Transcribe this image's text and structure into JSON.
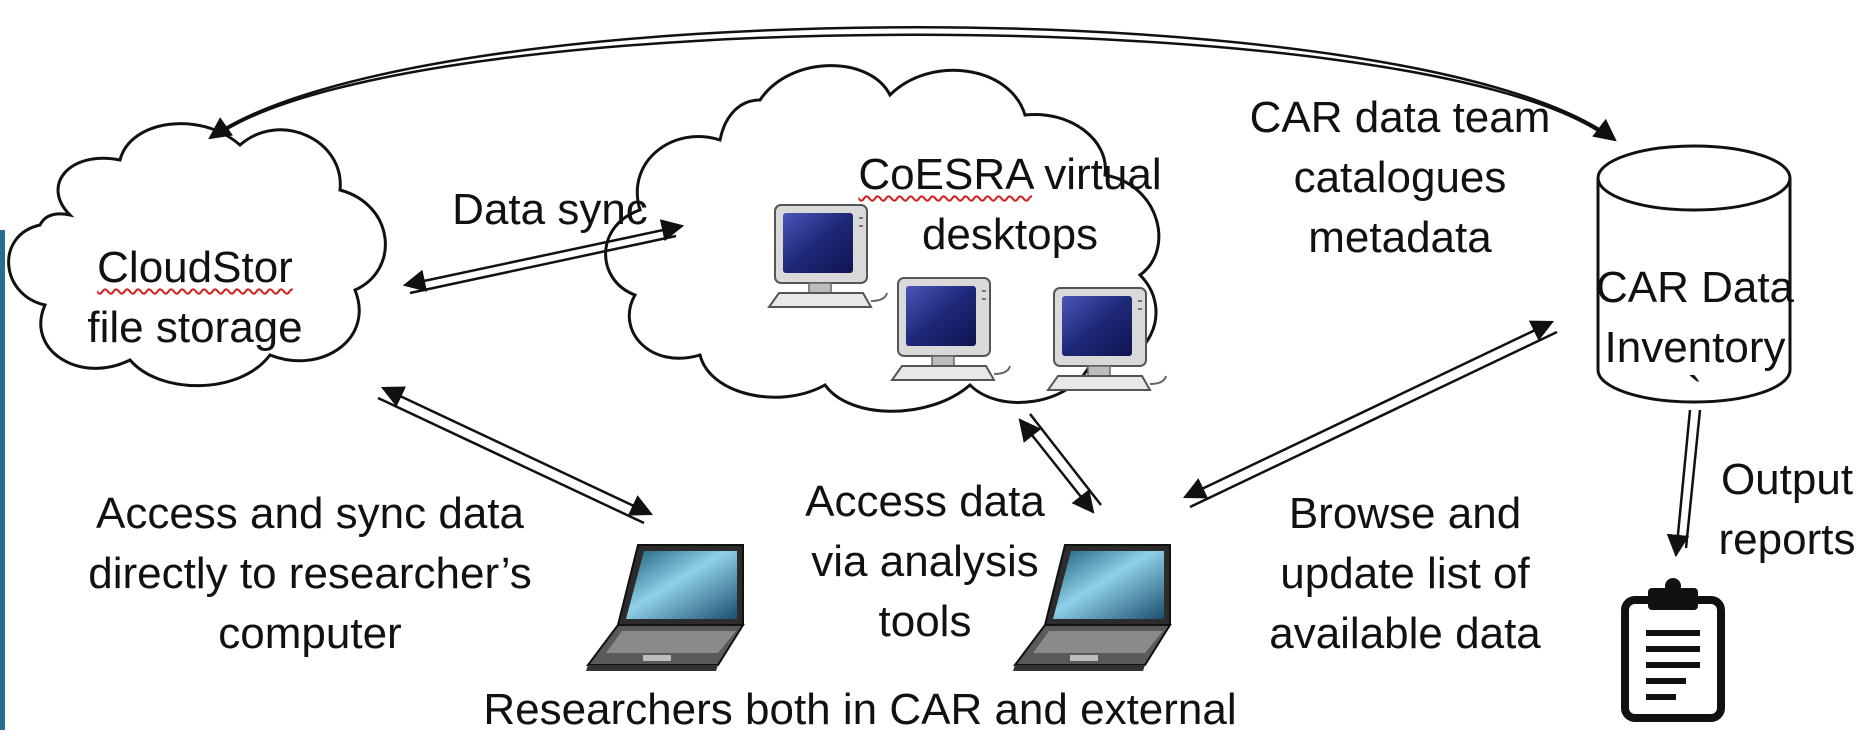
{
  "nodes": {
    "cloudstor": {
      "name": "CloudStor",
      "line2": "file storage"
    },
    "coesra": {
      "name": "CoESRA",
      "line1_rest": " virtual",
      "line2": "desktops"
    },
    "inventory": {
      "line1": "CAR Data",
      "line2": "Inventory",
      "mark": "`"
    }
  },
  "edge_labels": {
    "data_sync": "Data sync",
    "catalogues": [
      "CAR data team",
      "catalogues",
      "metadata"
    ],
    "access_sync": [
      "Access and sync data",
      "directly to researcher’s",
      "computer"
    ],
    "access_tools": [
      "Access data",
      "via analysis",
      "tools"
    ],
    "browse": [
      "Browse and",
      "update list of",
      "available data"
    ],
    "output": [
      "Output",
      "reports"
    ]
  },
  "footer": {
    "researchers": "Researchers both in CAR and external"
  },
  "colors": {
    "line": "#111111",
    "screen": "#1f2a7a",
    "laptop_screen": "#3f8fb0",
    "accent_bar": "#2a6f8f"
  }
}
